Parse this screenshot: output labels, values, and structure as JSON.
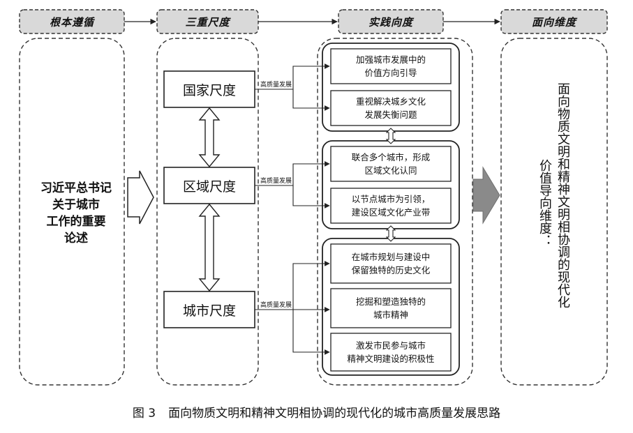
{
  "headers": [
    "根本遵循",
    "三重尺度",
    "实践向度",
    "面向维度"
  ],
  "left": {
    "text": "习近平总书记\n关于城市\n工作的重要\n论述"
  },
  "scales": [
    "国家尺度",
    "区域尺度",
    "城市尺度"
  ],
  "edge_label": "高质量发展",
  "practice_groups": [
    [
      "加强城市发展中的\n价值方向引导",
      "重视解决城乡文化\n发展失衡问题"
    ],
    [
      "联合多个城市，形成\n区域文化认同",
      "以节点城市为引领，\n建设区域文化产业带"
    ],
    [
      "在城市规划与建设中\n保留独特的历史文化",
      "挖掘和塑造独特的\n城市精神",
      "激发市民参与城市\n精神文明建设的积极性"
    ]
  ],
  "right": {
    "col1": "面向物质文明和精神文明相协调的现代化",
    "col2": "价值导向维度："
  },
  "caption": {
    "number": "图 3",
    "title": "面向物质文明和精神文明相协调的现代化的城市高质量发展思路"
  }
}
